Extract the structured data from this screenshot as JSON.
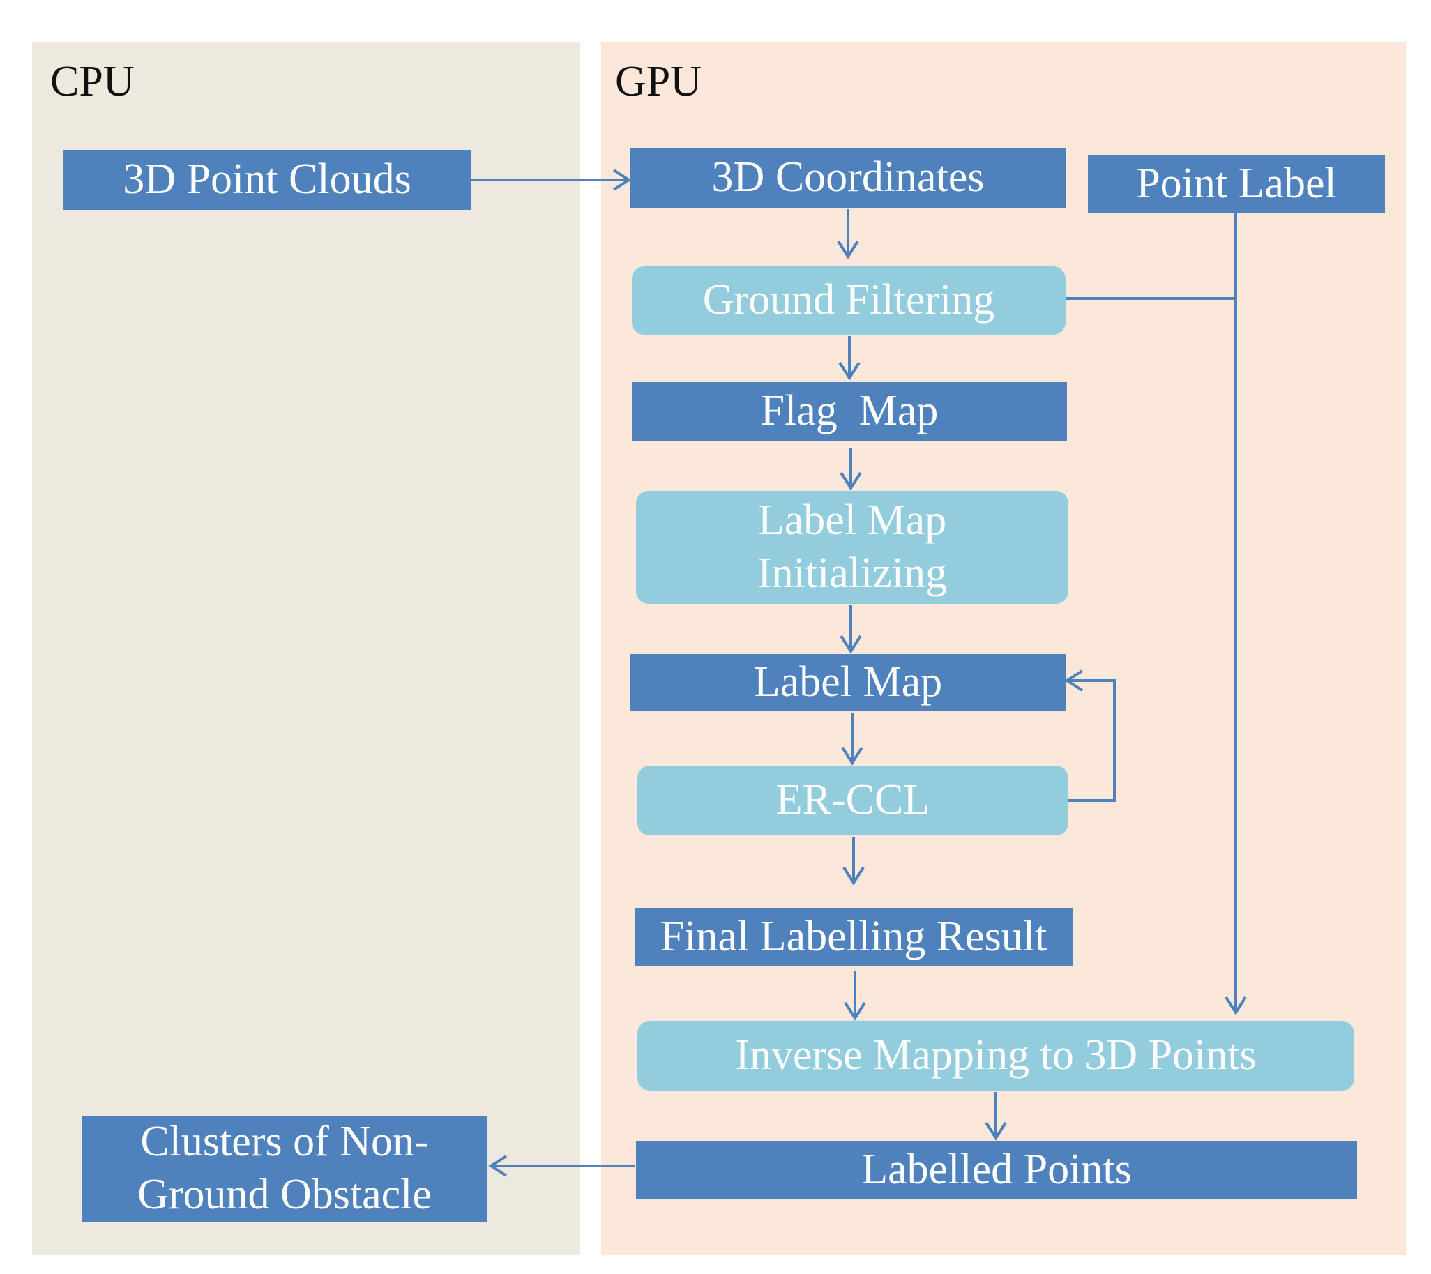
{
  "colors": {
    "cpu_panel": "#EDE9DF",
    "gpu_panel": "#FBE8DA",
    "dark_box": "#4F81BD",
    "light_box": "#93CDDD",
    "arrow": "#4F81BD",
    "text_on_box": "#FFFFFF",
    "panel_title": "#111111"
  },
  "panels": {
    "cpu": {
      "title": "CPU"
    },
    "gpu": {
      "title": "GPU"
    }
  },
  "nodes": {
    "point_clouds": {
      "label": "3D Point Clouds",
      "style": "dark"
    },
    "coordinates": {
      "label": "3D Coordinates",
      "style": "dark"
    },
    "point_label": {
      "label": "Point Label",
      "style": "dark"
    },
    "ground_filtering": {
      "label": "Ground Filtering",
      "style": "light"
    },
    "flag_map": {
      "label": "Flag  Map",
      "style": "dark"
    },
    "label_map_init": {
      "lines": [
        "Label Map",
        "Initializing"
      ],
      "style": "light"
    },
    "label_map": {
      "label": "Label Map",
      "style": "dark"
    },
    "er_ccl": {
      "label": "ER-CCL",
      "style": "light"
    },
    "final_result": {
      "label": "Final Labelling Result",
      "style": "dark"
    },
    "inverse_mapping": {
      "label": "Inverse Mapping to 3D Points",
      "style": "light"
    },
    "labelled_points": {
      "label": "Labelled Points",
      "style": "dark"
    },
    "clusters": {
      "lines": [
        "Clusters of Non-",
        "Ground Obstacle"
      ],
      "style": "dark"
    }
  },
  "edges": [
    {
      "from": "point_clouds",
      "to": "coordinates"
    },
    {
      "from": "coordinates",
      "to": "ground_filtering"
    },
    {
      "from": "ground_filtering",
      "to": "flag_map"
    },
    {
      "from": "flag_map",
      "to": "label_map_init"
    },
    {
      "from": "label_map_init",
      "to": "label_map"
    },
    {
      "from": "label_map",
      "to": "er_ccl"
    },
    {
      "from": "er_ccl",
      "to": "label_map",
      "kind": "feedback"
    },
    {
      "from": "er_ccl",
      "to": "final_result"
    },
    {
      "from": "final_result",
      "to": "inverse_mapping"
    },
    {
      "from": "ground_filtering",
      "to": "point_label",
      "kind": "line"
    },
    {
      "from": "point_label",
      "to": "inverse_mapping"
    },
    {
      "from": "inverse_mapping",
      "to": "labelled_points"
    },
    {
      "from": "labelled_points",
      "to": "clusters"
    }
  ]
}
